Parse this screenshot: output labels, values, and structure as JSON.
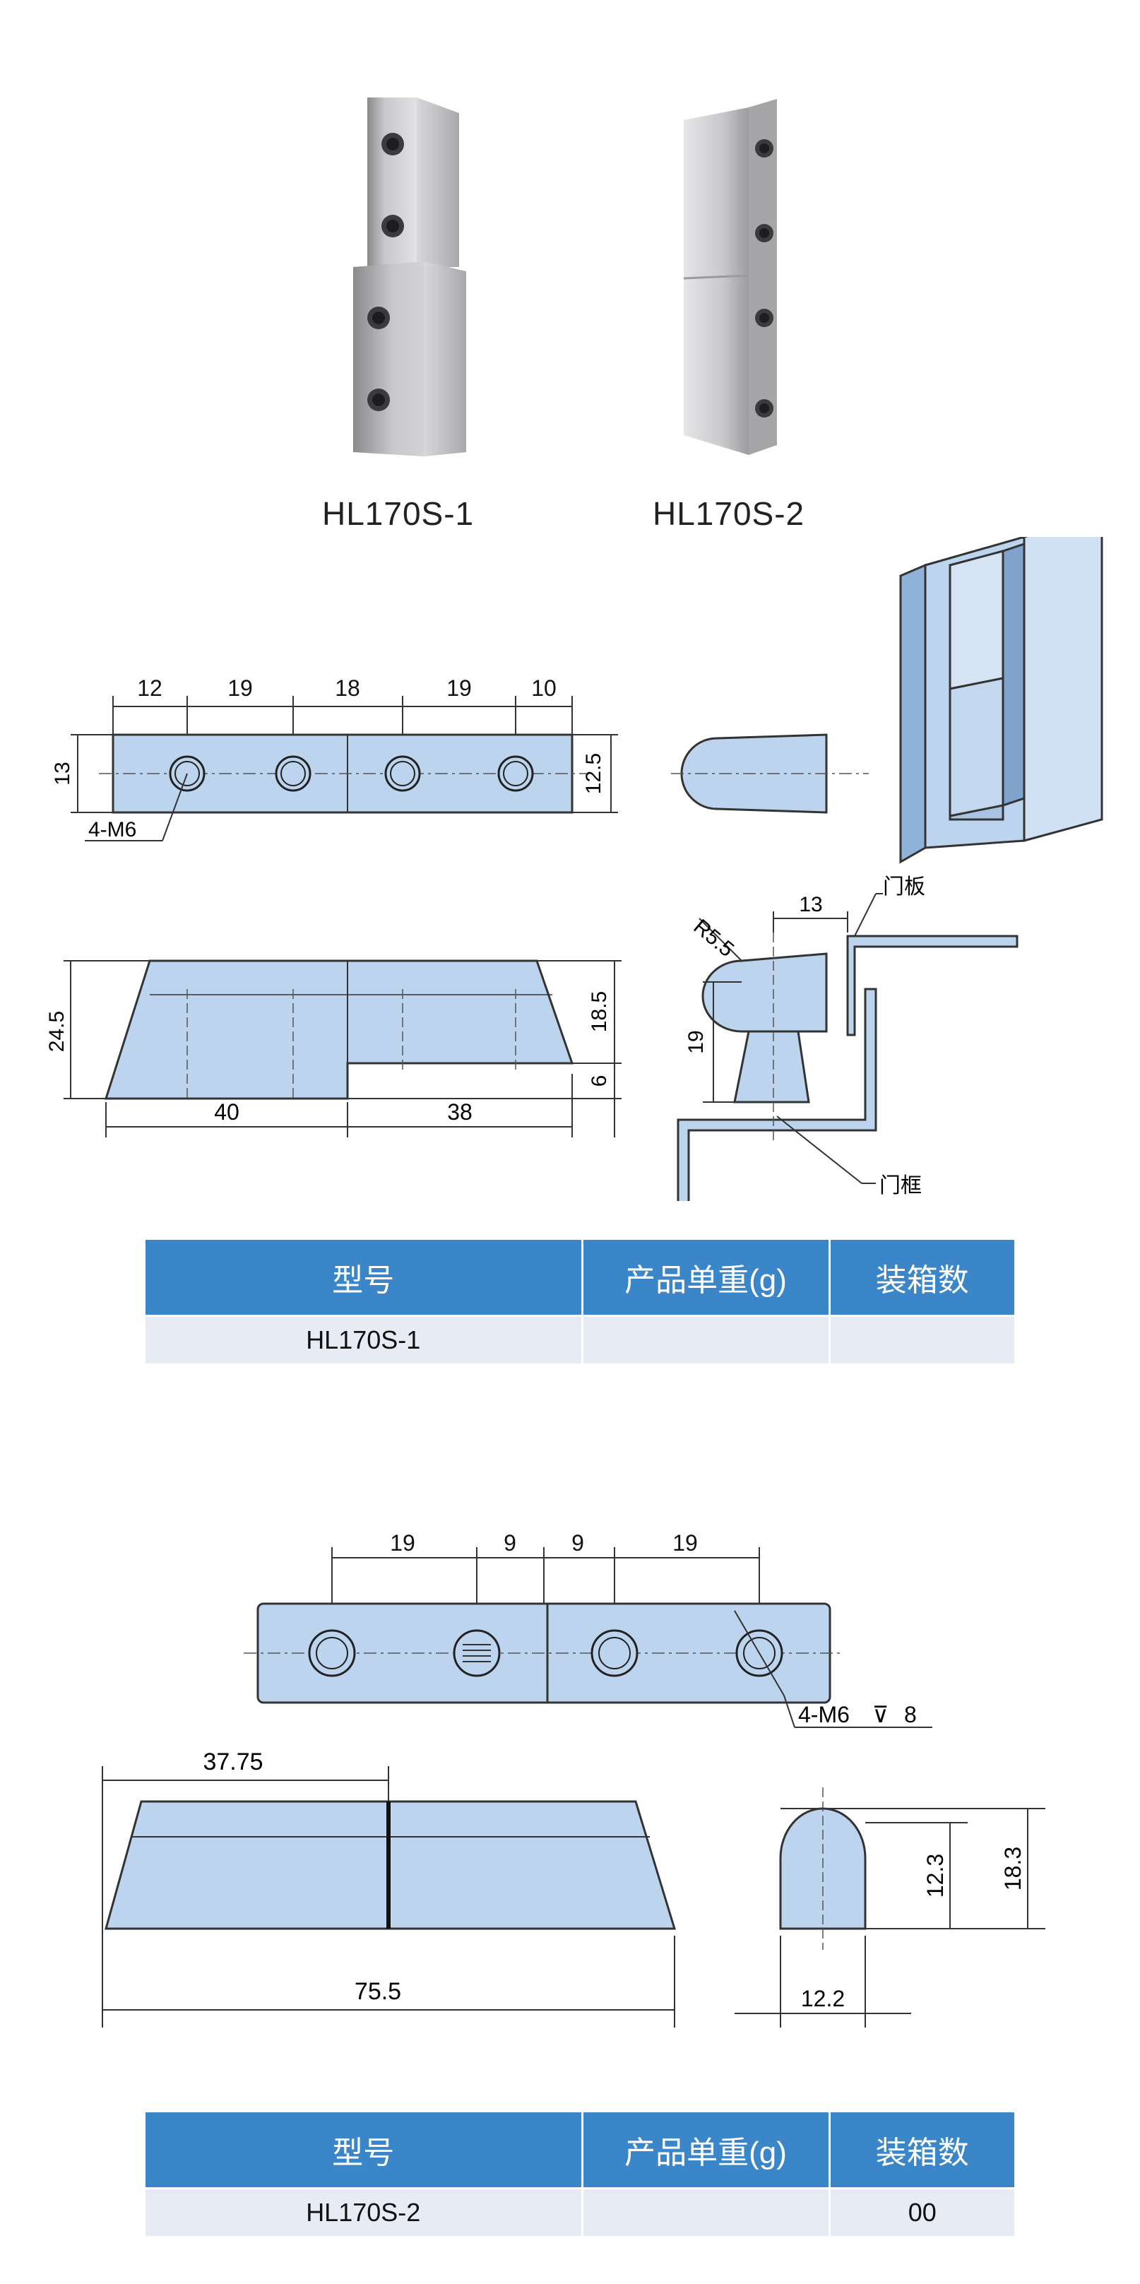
{
  "products": [
    {
      "label": "HL170S-1"
    },
    {
      "label": "HL170S-2"
    }
  ],
  "drawing1": {
    "top_dims": [
      "12",
      "19",
      "18",
      "19",
      "10"
    ],
    "height_left": "13",
    "height_right": "12.5",
    "hole_note": "4-M6",
    "side_height": "24.5",
    "side_upper": "18.5",
    "side_lower": "6",
    "side_w1": "40",
    "side_w2": "38",
    "install_r": "R5.5",
    "install_w": "13",
    "install_h": "19",
    "door_panel": "门板",
    "door_frame": "门框"
  },
  "drawing2": {
    "top_dims": [
      "19",
      "9",
      "9",
      "19"
    ],
    "hole_note": "4-M6",
    "hole_depth": "8",
    "half_width": "37.75",
    "total_width": "75.5",
    "end_inner_h": "12.3",
    "end_total_h": "18.3",
    "end_w": "12.2"
  },
  "table1": {
    "headers": [
      "型号",
      "产品单重(g)",
      "装箱数"
    ],
    "rows": [
      [
        "HL170S-1",
        "",
        ""
      ]
    ]
  },
  "table2": {
    "headers": [
      "型号",
      "产品单重(g)",
      "装箱数"
    ],
    "rows": [
      [
        "HL170S-2",
        "",
        "00"
      ]
    ]
  },
  "colors": {
    "part_fill": "#bcd4ee",
    "header_bg": "#3a86c8",
    "row_bg": "#e7ebf4"
  }
}
